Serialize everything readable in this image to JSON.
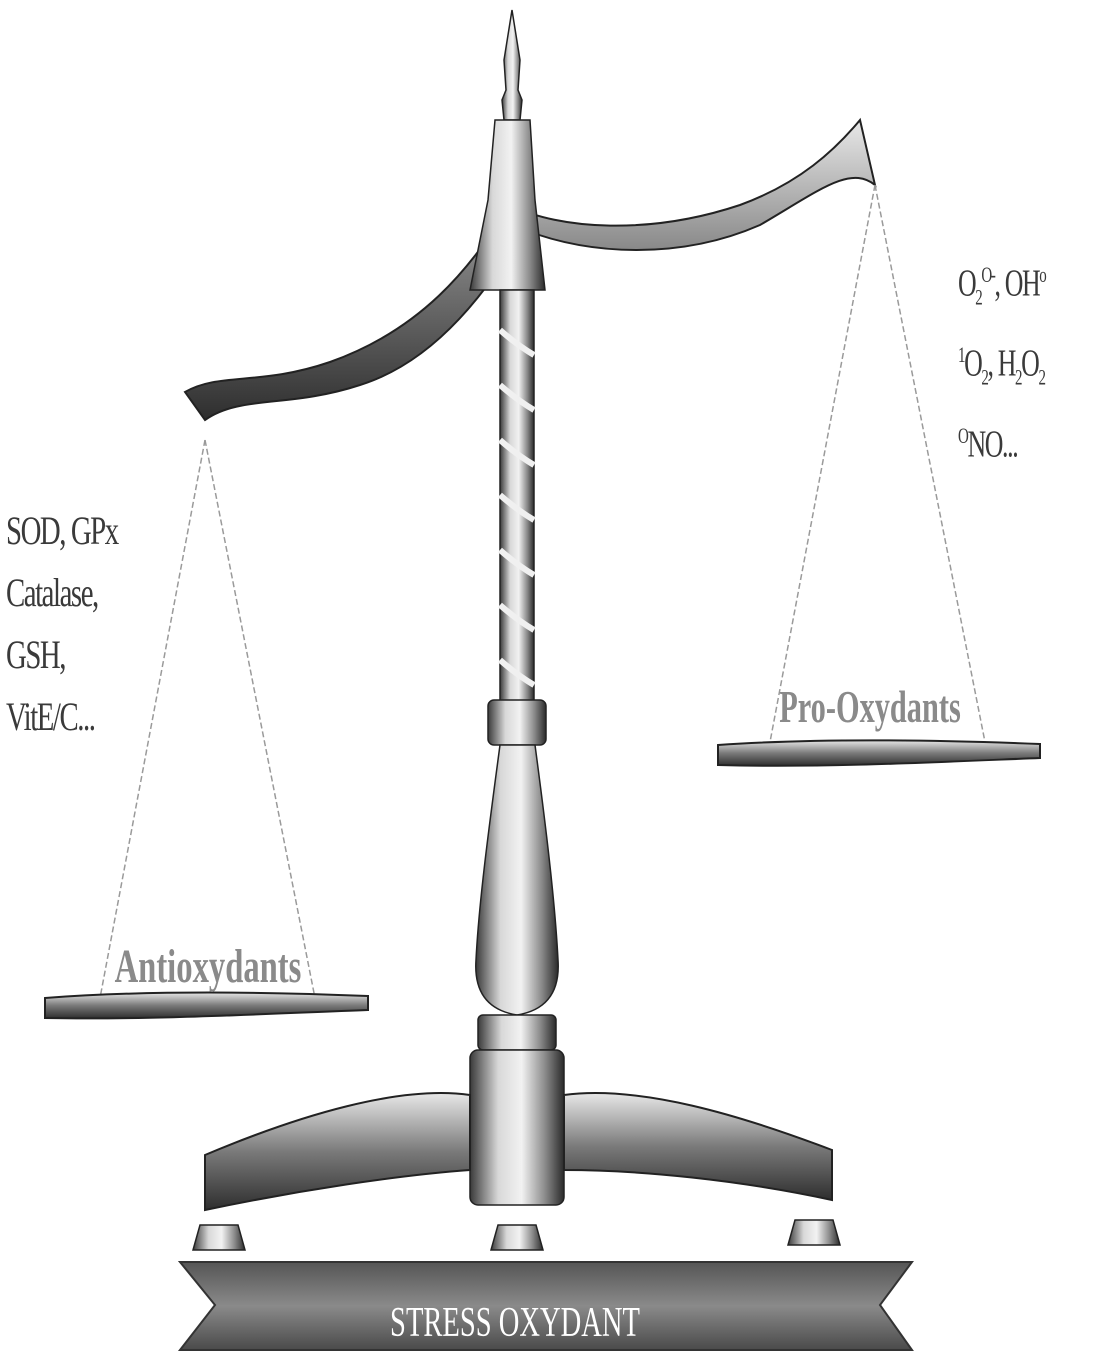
{
  "pan_labels": {
    "left": "Antioxydants",
    "right": "Pro-Oxydants"
  },
  "banner_label": "STRESS OXYDANT",
  "left_list": [
    "SOD, GPx",
    "Catalase,",
    "GSH,",
    "VitE/C..."
  ],
  "right_list": {
    "line1": {
      "a": "O",
      "a_sub": "2",
      "a_sup": "O-",
      "sep": ", OH",
      "b_sup": "o"
    },
    "line2": {
      "sup1": "1",
      "a": "O",
      "a_sub": "2",
      "sep": ", H",
      "b_sub": "2",
      "b": "O",
      "b_sub2": "2"
    },
    "line3": {
      "sup": "O",
      "text": "NO..."
    }
  },
  "colors": {
    "metal_dark": "#2e2e2e",
    "metal_light": "#d9d9d9",
    "label_gray": "#7a7a7a",
    "banner": "#6f6f6f"
  }
}
